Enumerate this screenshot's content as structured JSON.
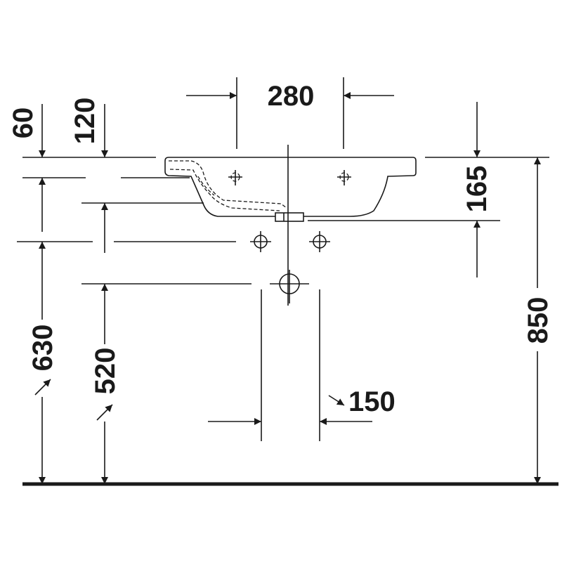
{
  "diagram": {
    "dimensions": {
      "bowl_width": "280",
      "height_60": "60",
      "height_120": "120",
      "depth_165": "165",
      "height_850": "850",
      "height_630": "630",
      "height_520": "520",
      "spacing_150": "150"
    },
    "colors": {
      "line": "#1a1a1a",
      "background": "#ffffff"
    }
  }
}
